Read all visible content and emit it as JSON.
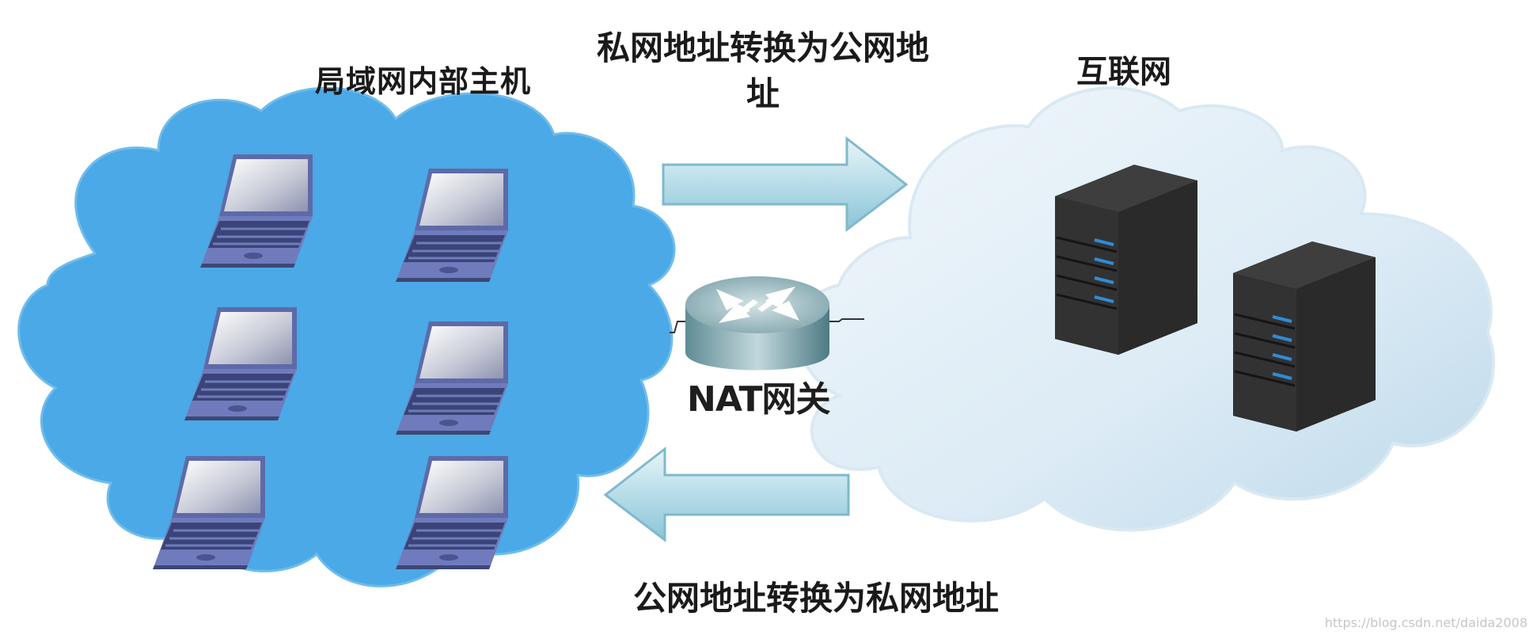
{
  "labels": {
    "lan_hosts": "局域网内部主机",
    "private_to_public": "私网地址转换为公网地址",
    "internet": "互联网",
    "public_to_private": "公网地址转换为私网地址",
    "nat_gateway": "NAT网关",
    "watermark": "https://blog.csdn.net/daida2008"
  },
  "colors": {
    "lan_cloud": "#4aa9e6",
    "internet_cloud": "#dcecf6",
    "arrow": "#a9d6e4",
    "server": "#2b2b2b",
    "server_led": "#2f8cd8",
    "laptop_frame": "#5e6aa8"
  },
  "icons": {
    "laptop": "laptop-icon",
    "router": "router-icon",
    "server": "server-icon",
    "cloud": "cloud-icon",
    "arrow_right": "arrow-right-icon",
    "arrow_left": "arrow-left-icon"
  }
}
